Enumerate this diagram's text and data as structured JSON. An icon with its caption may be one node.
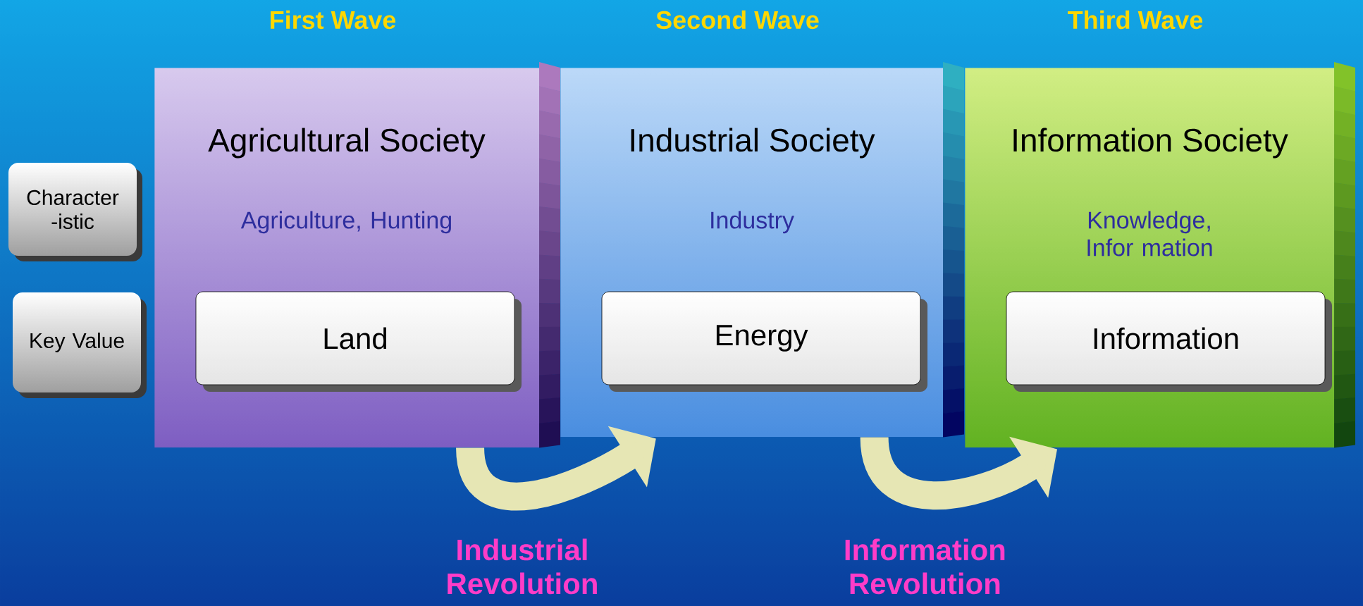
{
  "diagram": {
    "nodes": [
      {
        "text": [
          "Character -istic"
        ]
      },
      {
        "text": [
          "Key Value"
        ]
      },
      {
        "text": [
          "First Wave",
          "Agricultural Society",
          "Agriculture, Hunting"
        ]
      },
      {
        "text": [
          "Land"
        ],
        "in": 2
      },
      {
        "text": [
          "Second Wave",
          "Industrial Society",
          "Industry"
        ]
      },
      {
        "text": [
          "Energy"
        ],
        "in": 4
      },
      {
        "text": [
          "Third Wave",
          "Information Society",
          "Knowledge, Infor mation"
        ]
      },
      {
        "text": [
          "Information"
        ],
        "in": 6
      }
    ],
    "edges": [
      {
        "from": 2,
        "to": 4,
        "arrow": "to",
        "label": "Industrial Revolution"
      },
      {
        "from": 4,
        "to": 6,
        "arrow": "to",
        "label": "Information Revolution"
      }
    ]
  }
}
